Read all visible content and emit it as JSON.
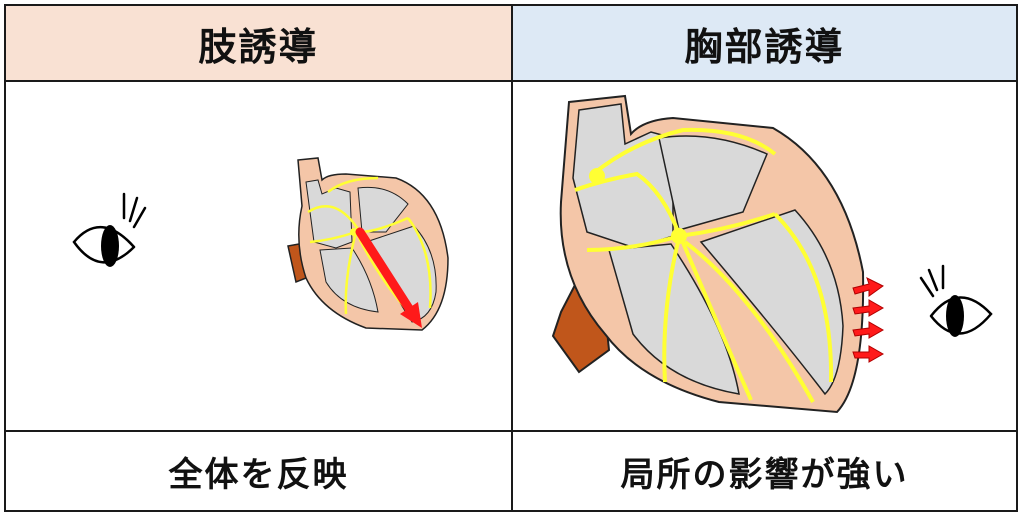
{
  "left_panel": {
    "header": "肢誘導",
    "caption": "全体を反映"
  },
  "right_panel": {
    "header": "胸部誘導",
    "caption": "局所の影響が強い"
  },
  "colors": {
    "left_header_bg": "#f9e1d3",
    "right_header_bg": "#dde9f5",
    "heart_wall": "#f4c6a8",
    "chamber": "#d9d9d9",
    "conduction": "#ffff33",
    "vessel": "#c0561b",
    "arrow": "#ff1a1a"
  }
}
